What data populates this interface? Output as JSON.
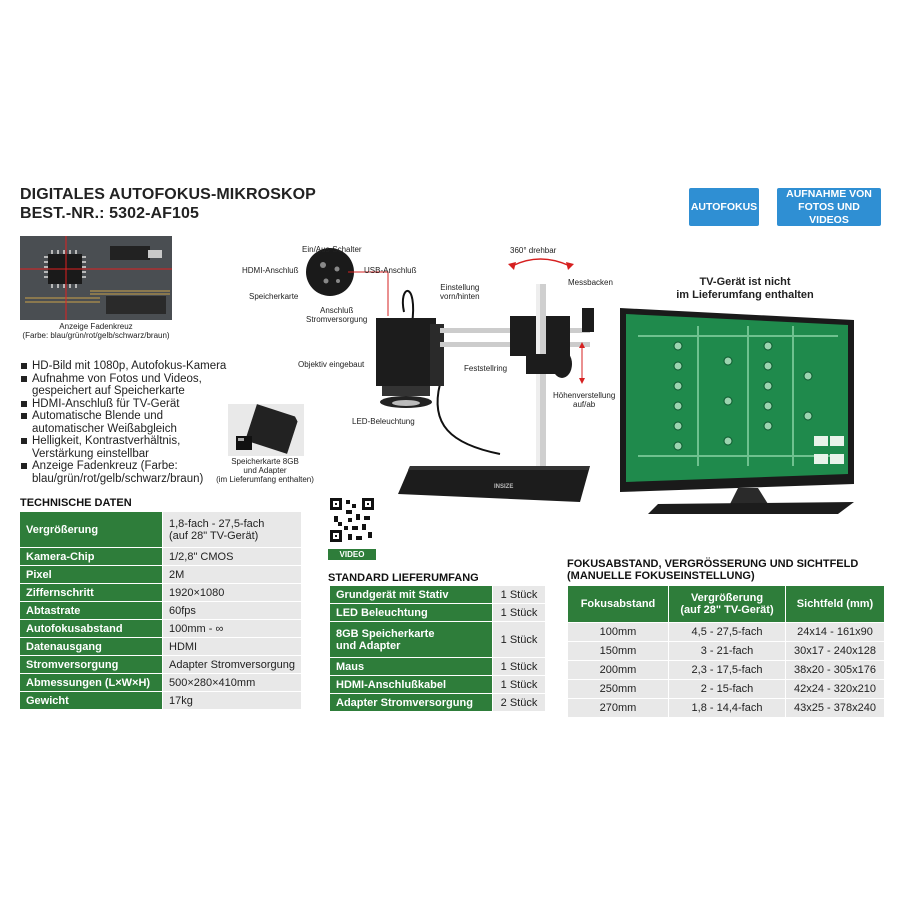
{
  "header": {
    "title_line1": "DIGITALES AUTOFOKUS-MIKROSKOP",
    "title_line2": "BEST.-NR.: 5302-AF105",
    "badge_autofocus": "AUTOFOKUS",
    "badge_photo_line1": "AUFNAHME VON",
    "badge_photo_line2": "FOTOS UND VIDEOS"
  },
  "crosshair": {
    "caption_line1": "Anzeige Fadenkreuz",
    "caption_line2": "(Farbe: blau/grün/rot/gelb/schwarz/braun)"
  },
  "features": [
    "HD-Bild mit 1080p, Autofokus-Kamera",
    "Aufnahme von Fotos und Videos, gespeichert auf Speicherkarte",
    "HDMI-Anschluß für TV-Gerät",
    "Automatische Blende und automatischer Weißabgleich",
    "Helligkeit, Kontrastverhältnis, Verstärkung einstellbar",
    "Anzeige Fadenkreuz (Farbe: blau/grün/rot/gelb/schwarz/braun)"
  ],
  "sdcard": {
    "caption_line1": "Speicherkarte 8GB",
    "caption_line2": "und Adapter",
    "caption_line3": "(im Lieferumfang enthalten)"
  },
  "callouts": {
    "power_switch": "Ein/Aus-Schalter",
    "hdmi_port": "HDMI-Anschluß",
    "usb_port": "USB-Anschluß",
    "memory_card": "Speicherkarte",
    "power_port_line1": "Anschluß",
    "power_port_line2": "Stromversorgung",
    "rotation": "360° drehbar",
    "adjust_line1": "Einstellung",
    "adjust_line2": "vorn/hinten",
    "jaws": "Messbacken",
    "lens": "Objektiv eingebaut",
    "fixing_ring": "Feststellring",
    "height_line1": "Höhenverstellung",
    "height_line2": "auf/ab",
    "led": "LED-Beleuchtung",
    "brand": "INSIZE"
  },
  "tv_note": {
    "line1": "TV-Gerät ist nicht",
    "line2": "im Lieferumfang enthalten"
  },
  "qr": {
    "label": "VIDEO"
  },
  "tech": {
    "heading": "TECHNISCHE DATEN",
    "rows": [
      {
        "key": "Vergrößerung",
        "value_line1": "1,8-fach - 27,5-fach",
        "value_line2": "(auf 28\" TV-Gerät)"
      },
      {
        "key": "Kamera-Chip",
        "value_line1": "1/2,8\" CMOS"
      },
      {
        "key": "Pixel",
        "value_line1": "2M"
      },
      {
        "key": "Ziffernschritt",
        "value_line1": "1920×1080"
      },
      {
        "key": "Abtastrate",
        "value_line1": "60fps"
      },
      {
        "key": "Autofokusabstand",
        "value_line1": "100mm - ∞"
      },
      {
        "key": "Datenausgang",
        "value_line1": "HDMI"
      },
      {
        "key": "Stromversorgung",
        "value_line1": "Adapter Stromversorgung"
      },
      {
        "key": "Abmessungen (L×W×H)",
        "value_line1": "500×280×410mm"
      },
      {
        "key": "Gewicht",
        "value_line1": "17kg"
      }
    ]
  },
  "scope": {
    "heading": "STANDARD LIEFERUMFANG",
    "rows": [
      {
        "item_line1": "Grundgerät mit Stativ",
        "qty": "1 Stück"
      },
      {
        "item_line1": "LED Beleuchtung",
        "qty": "1 Stück"
      },
      {
        "item_line1": "8GB Speicherkarte",
        "item_line2": "und Adapter",
        "qty": "1 Stück"
      },
      {
        "item_line1": "Maus",
        "qty": "1 Stück"
      },
      {
        "item_line1": "HDMI-Anschlußkabel",
        "qty": "1 Stück"
      },
      {
        "item_line1": "Adapter Stromversorgung",
        "qty": "2 Stück"
      }
    ]
  },
  "focus": {
    "heading_line1": "FOKUSABSTAND, VERGRÖSSERUNG UND SICHTFELD",
    "heading_line2": "(MANUELLE FOKUSEINSTELLUNG)",
    "columns": [
      {
        "line1": "Fokusabstand"
      },
      {
        "line1": "Vergrößerung",
        "line2": "(auf 28\" TV-Gerät)"
      },
      {
        "line1": "Sichtfeld (mm)"
      }
    ],
    "rows": [
      [
        "100mm",
        "4,5 - 27,5-fach",
        "24x14 - 161x90"
      ],
      [
        "150mm",
        "3 - 21-fach",
        "30x17 - 240x128"
      ],
      [
        "200mm",
        "2,3 - 17,5-fach",
        "38x20 - 305x176"
      ],
      [
        "250mm",
        "2 - 15-fach",
        "42x24 - 320x210"
      ],
      [
        "270mm",
        "1,8 - 14,4-fach",
        "43x25 - 378x240"
      ]
    ]
  },
  "colors": {
    "table_header_green": "#2e7d3a",
    "badge_blue": "#2f8fd3",
    "cell_grey": "#e8e8e8",
    "pcb_green": "#1f8a4c"
  }
}
